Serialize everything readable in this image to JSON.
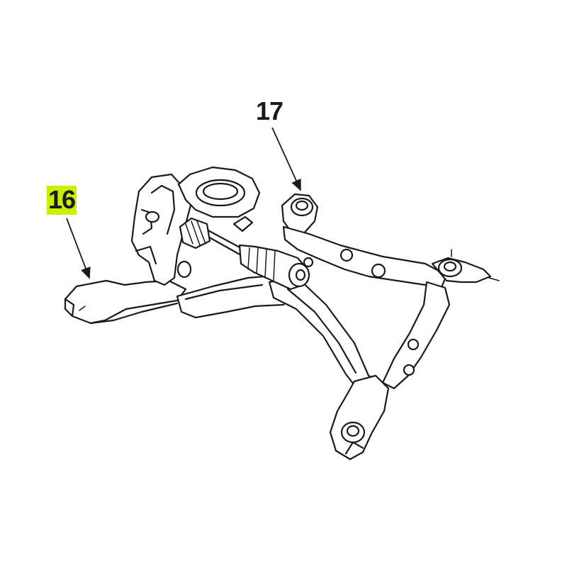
{
  "diagram": {
    "callouts": [
      {
        "id": "16",
        "text": "16",
        "highlight": "#c8f000"
      },
      {
        "id": "17",
        "text": "17",
        "highlight": null
      }
    ]
  },
  "colors": {
    "line": "#1a1a1a",
    "background": "#ffffff",
    "highlight": "#c8f000"
  }
}
